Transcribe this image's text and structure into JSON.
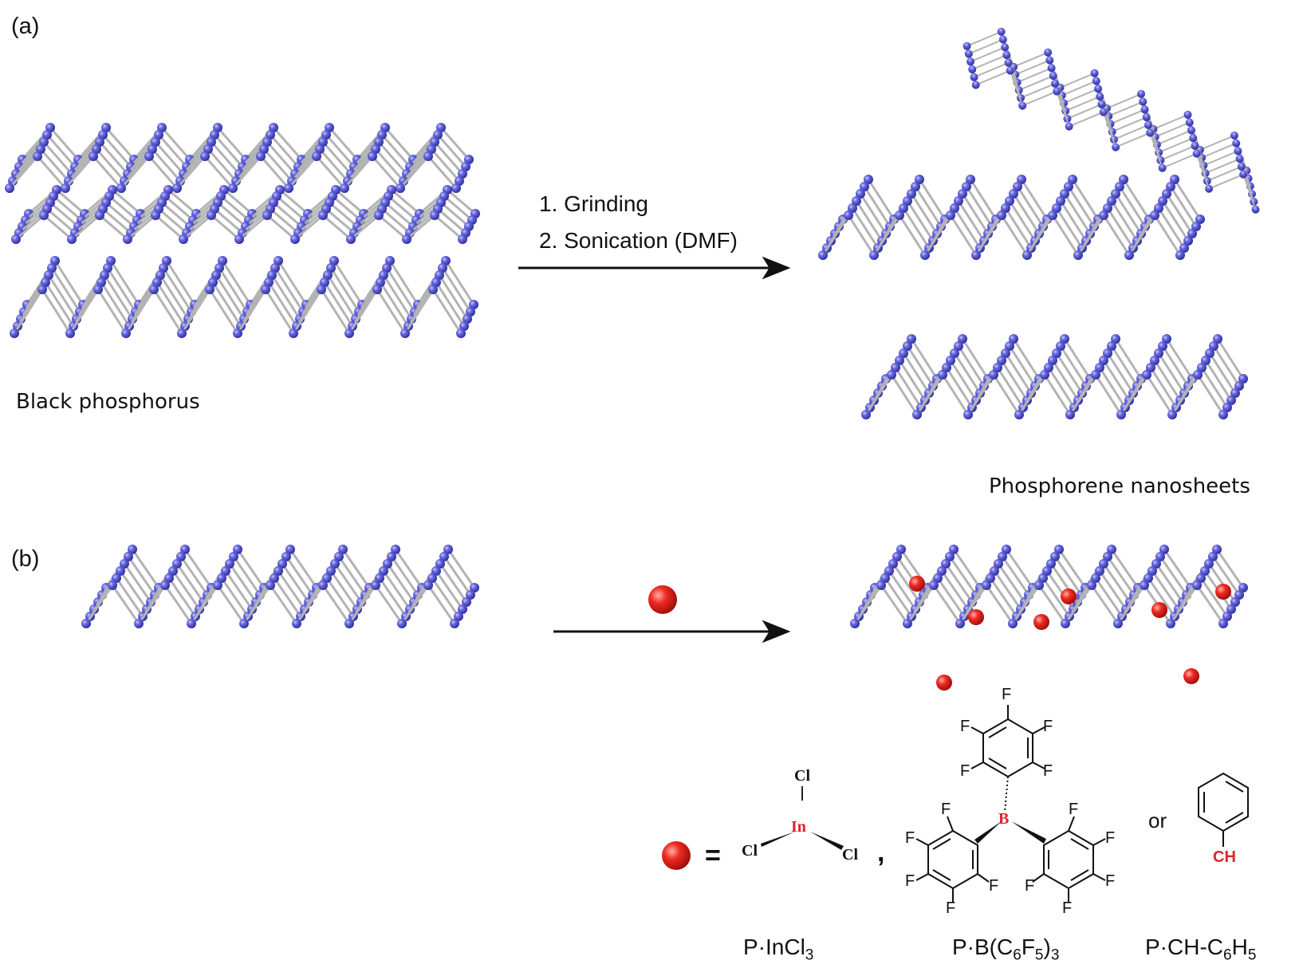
{
  "panel_a": {
    "label": "(a)",
    "steps": [
      "1. Grinding",
      "2. Sonication (DMF)"
    ],
    "left_caption": "Black phosphorus",
    "right_caption": "Phosphorene nanosheets"
  },
  "panel_b": {
    "label": "(b)",
    "equals": "=",
    "comma": ",",
    "or": "or",
    "incl3": {
      "metal": "In",
      "cl": "Cl"
    },
    "borane": {
      "center": "B",
      "f": "F"
    },
    "benzyl": {
      "ch": "CH"
    },
    "formulas": [
      {
        "prefix": "P·InCl",
        "sub": "3"
      },
      {
        "prefix": "P·B(C",
        "sub1": "6",
        "mid": "F",
        "sub2": "5",
        "suffix": ")",
        "sub3": "3"
      },
      {
        "prefix": "P·CH-C",
        "sub1": "6",
        "mid": "H",
        "sub2": "5"
      }
    ]
  },
  "colors": {
    "atom": "#5a5ad6",
    "atom_dark": "#2f2fa8",
    "bond": "#a9a9a9",
    "dopant": "#e8231f",
    "label_red": "#e0232b",
    "arrow": "#111111"
  },
  "icons": [
    "phosphorus-atom-icon",
    "dopant-sphere-icon",
    "reaction-arrow-icon"
  ]
}
